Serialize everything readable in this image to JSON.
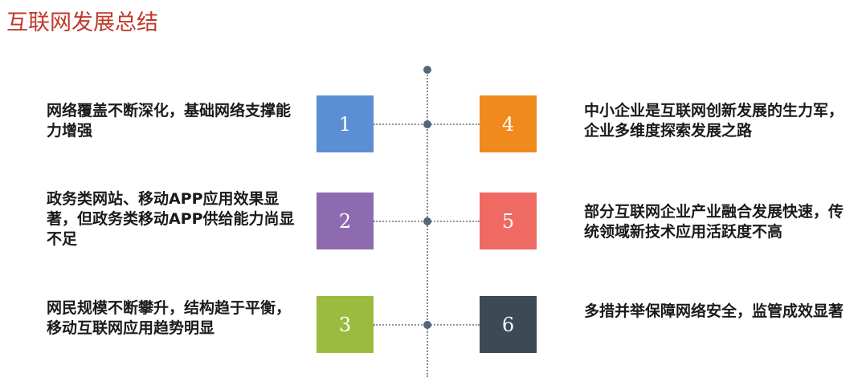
{
  "page": {
    "title": "互联网发展总结"
  },
  "items": [
    {
      "number": "1",
      "text": "网络覆盖不断深化，基础网络支撑能力增强",
      "color": "#5B8FD5"
    },
    {
      "number": "2",
      "text": "政务类网站、移动APP应用效果显著，但政务类移动APP供给能力尚显不足",
      "color": "#8E6BB0"
    },
    {
      "number": "3",
      "text": "网民规模不断攀升，结构趋于平衡，移动互联网应用趋势明显",
      "color": "#9BBB3E"
    },
    {
      "number": "4",
      "text": "中小企业是互联网创新发展的生力军，企业多维度探索发展之路",
      "color": "#F08A1E"
    },
    {
      "number": "5",
      "text": "部分互联网企业产业融合发展快速，传统领域新技术应用活跃度不高",
      "color": "#EE6A62"
    },
    {
      "number": "6",
      "text": "多措并举保障网络安全，监管成效显著",
      "color": "#3C4A55"
    }
  ]
}
